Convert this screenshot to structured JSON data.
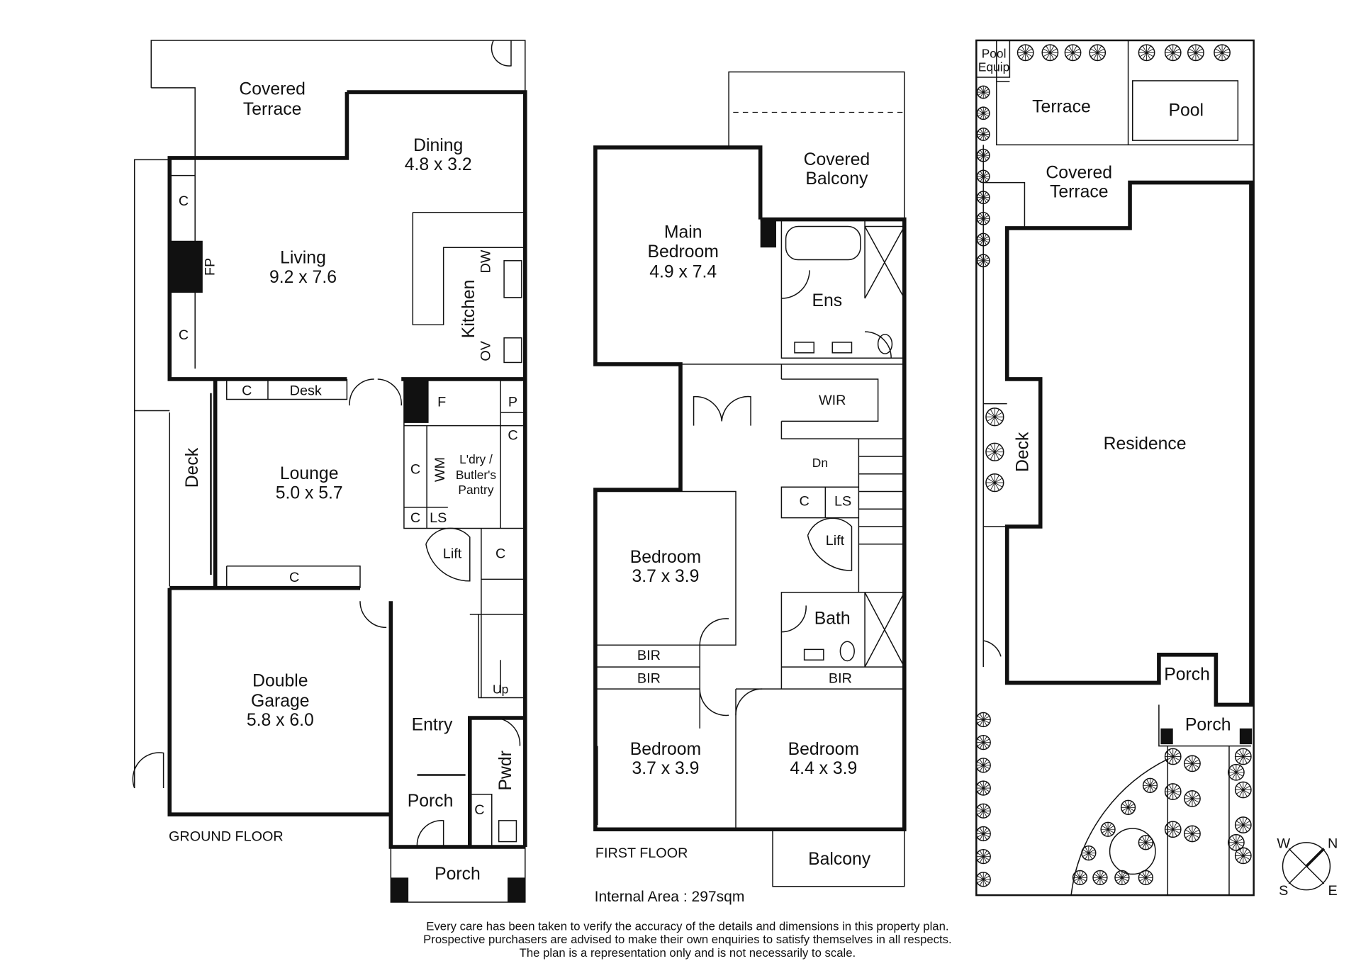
{
  "ground_floor": {
    "title": "GROUND FLOOR",
    "covered_terrace": [
      "Covered",
      "Terrace"
    ],
    "dining": [
      "Dining",
      "4.8 x 3.2"
    ],
    "living": [
      "Living",
      "9.2 x 7.6"
    ],
    "kitchen": "Kitchen",
    "dw": "DW",
    "ov": "OV",
    "fp": "FP",
    "cupboard": "C",
    "desk": "Desk",
    "fridge": "F",
    "pantry": "P",
    "deck": "Deck",
    "lounge": [
      "Lounge",
      "5.0 x 5.7"
    ],
    "wm": "WM",
    "laundry": [
      "L'dry /",
      "Butler's",
      "Pantry"
    ],
    "ls": "LS",
    "lift": "Lift",
    "garage": [
      "Double",
      "Garage",
      "5.8 x 6.0"
    ],
    "up": "Up",
    "entry": "Entry",
    "pwdr": "Pwdr",
    "porch": "Porch"
  },
  "first_floor": {
    "title": "FIRST FLOOR",
    "covered_balcony": [
      "Covered",
      "Balcony"
    ],
    "main_bedroom": [
      "Main",
      "Bedroom",
      "4.9 x 7.4"
    ],
    "ens": "Ens",
    "wir": "WIR",
    "dn": "Dn",
    "cupboard": "C",
    "ls": "LS",
    "lift": "Lift",
    "bedroom_2": [
      "Bedroom",
      "3.7 x 3.9"
    ],
    "bedroom_3": [
      "Bedroom",
      "3.7 x 3.9"
    ],
    "bedroom_4": [
      "Bedroom",
      "4.4 x 3.9"
    ],
    "bir": "BIR",
    "bath": "Bath",
    "balcony": "Balcony",
    "internal_area": "Internal Area : 297sqm"
  },
  "site_plan": {
    "pool_equip": [
      "Pool",
      "Equip"
    ],
    "terrace": "Terrace",
    "pool": "Pool",
    "covered_terrace": [
      "Covered",
      "Terrace"
    ],
    "deck": "Deck",
    "residence": "Residence",
    "porch": "Porch",
    "compass": {
      "w": "W",
      "n": "N",
      "s": "S",
      "e": "E"
    }
  },
  "disclaimer": [
    "Every care has been taken to verify the accuracy of the details and dimensions in this property plan.",
    "Prospective purchasers are advised to make their own enquiries to satisfy themselves in all respects.",
    "The plan is a representation only and is not necessarily to scale."
  ]
}
